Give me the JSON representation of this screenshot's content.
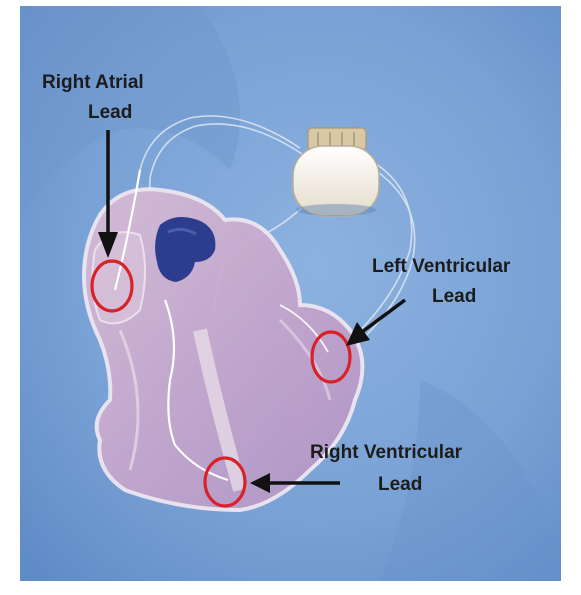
{
  "labels": {
    "right_atrial_line1": "Right Atrial",
    "right_atrial_line2": "Lead",
    "left_ventricular_line1": "Left Ventricular",
    "left_ventricular_line2": "Lead",
    "right_ventricular_line1": "Right Ventricular",
    "right_ventricular_line2": "Lead"
  },
  "colors": {
    "background": "#7aa3d6",
    "heart": "#c6a8cc",
    "highlight_circle": "#d8222a",
    "arrow": "#111111",
    "device": "#f3efe4"
  }
}
